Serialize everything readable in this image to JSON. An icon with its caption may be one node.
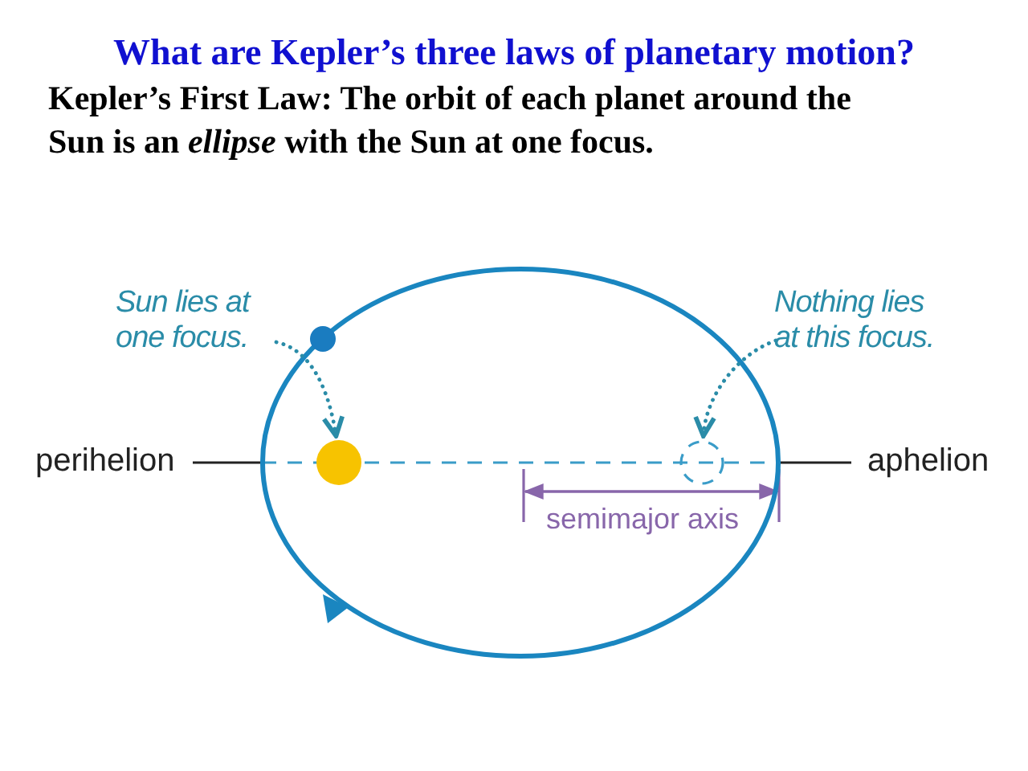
{
  "diagram": {
    "title": "What are Kepler’s three laws of planetary motion?",
    "nodes": [
      {
        "text": [],
        "shape": "ellipse"
      },
      {
        "text": [
          "Sun lies at one focus."
        ]
      },
      {
        "text": [],
        "shape": "circle",
        "in": 0
      },
      {
        "text": [
          "Nothing lies at this focus."
        ]
      },
      {
        "text": [],
        "shape": "circle",
        "in": 0
      },
      {
        "text": [
          "perihelion"
        ]
      },
      {
        "text": [
          "aphelion"
        ]
      }
    ],
    "edges": [
      {
        "from": 1,
        "to": 2,
        "arrow": "to",
        "style": "dashed"
      },
      {
        "from": 3,
        "to": 4,
        "arrow": "to",
        "style": "dashed"
      },
      {
        "from": 5,
        "to": 0,
        "arrow": "none",
        "color": "#222222"
      },
      {
        "from": 6,
        "to": 0,
        "arrow": "none",
        "color": "#222222"
      }
    ],
    "labels": [
      "Kepler’s First Law: The orbit of each planet around the Sun is an *ellipse* with the Sun at one focus.",
      "semimajor axis"
    ]
  }
}
